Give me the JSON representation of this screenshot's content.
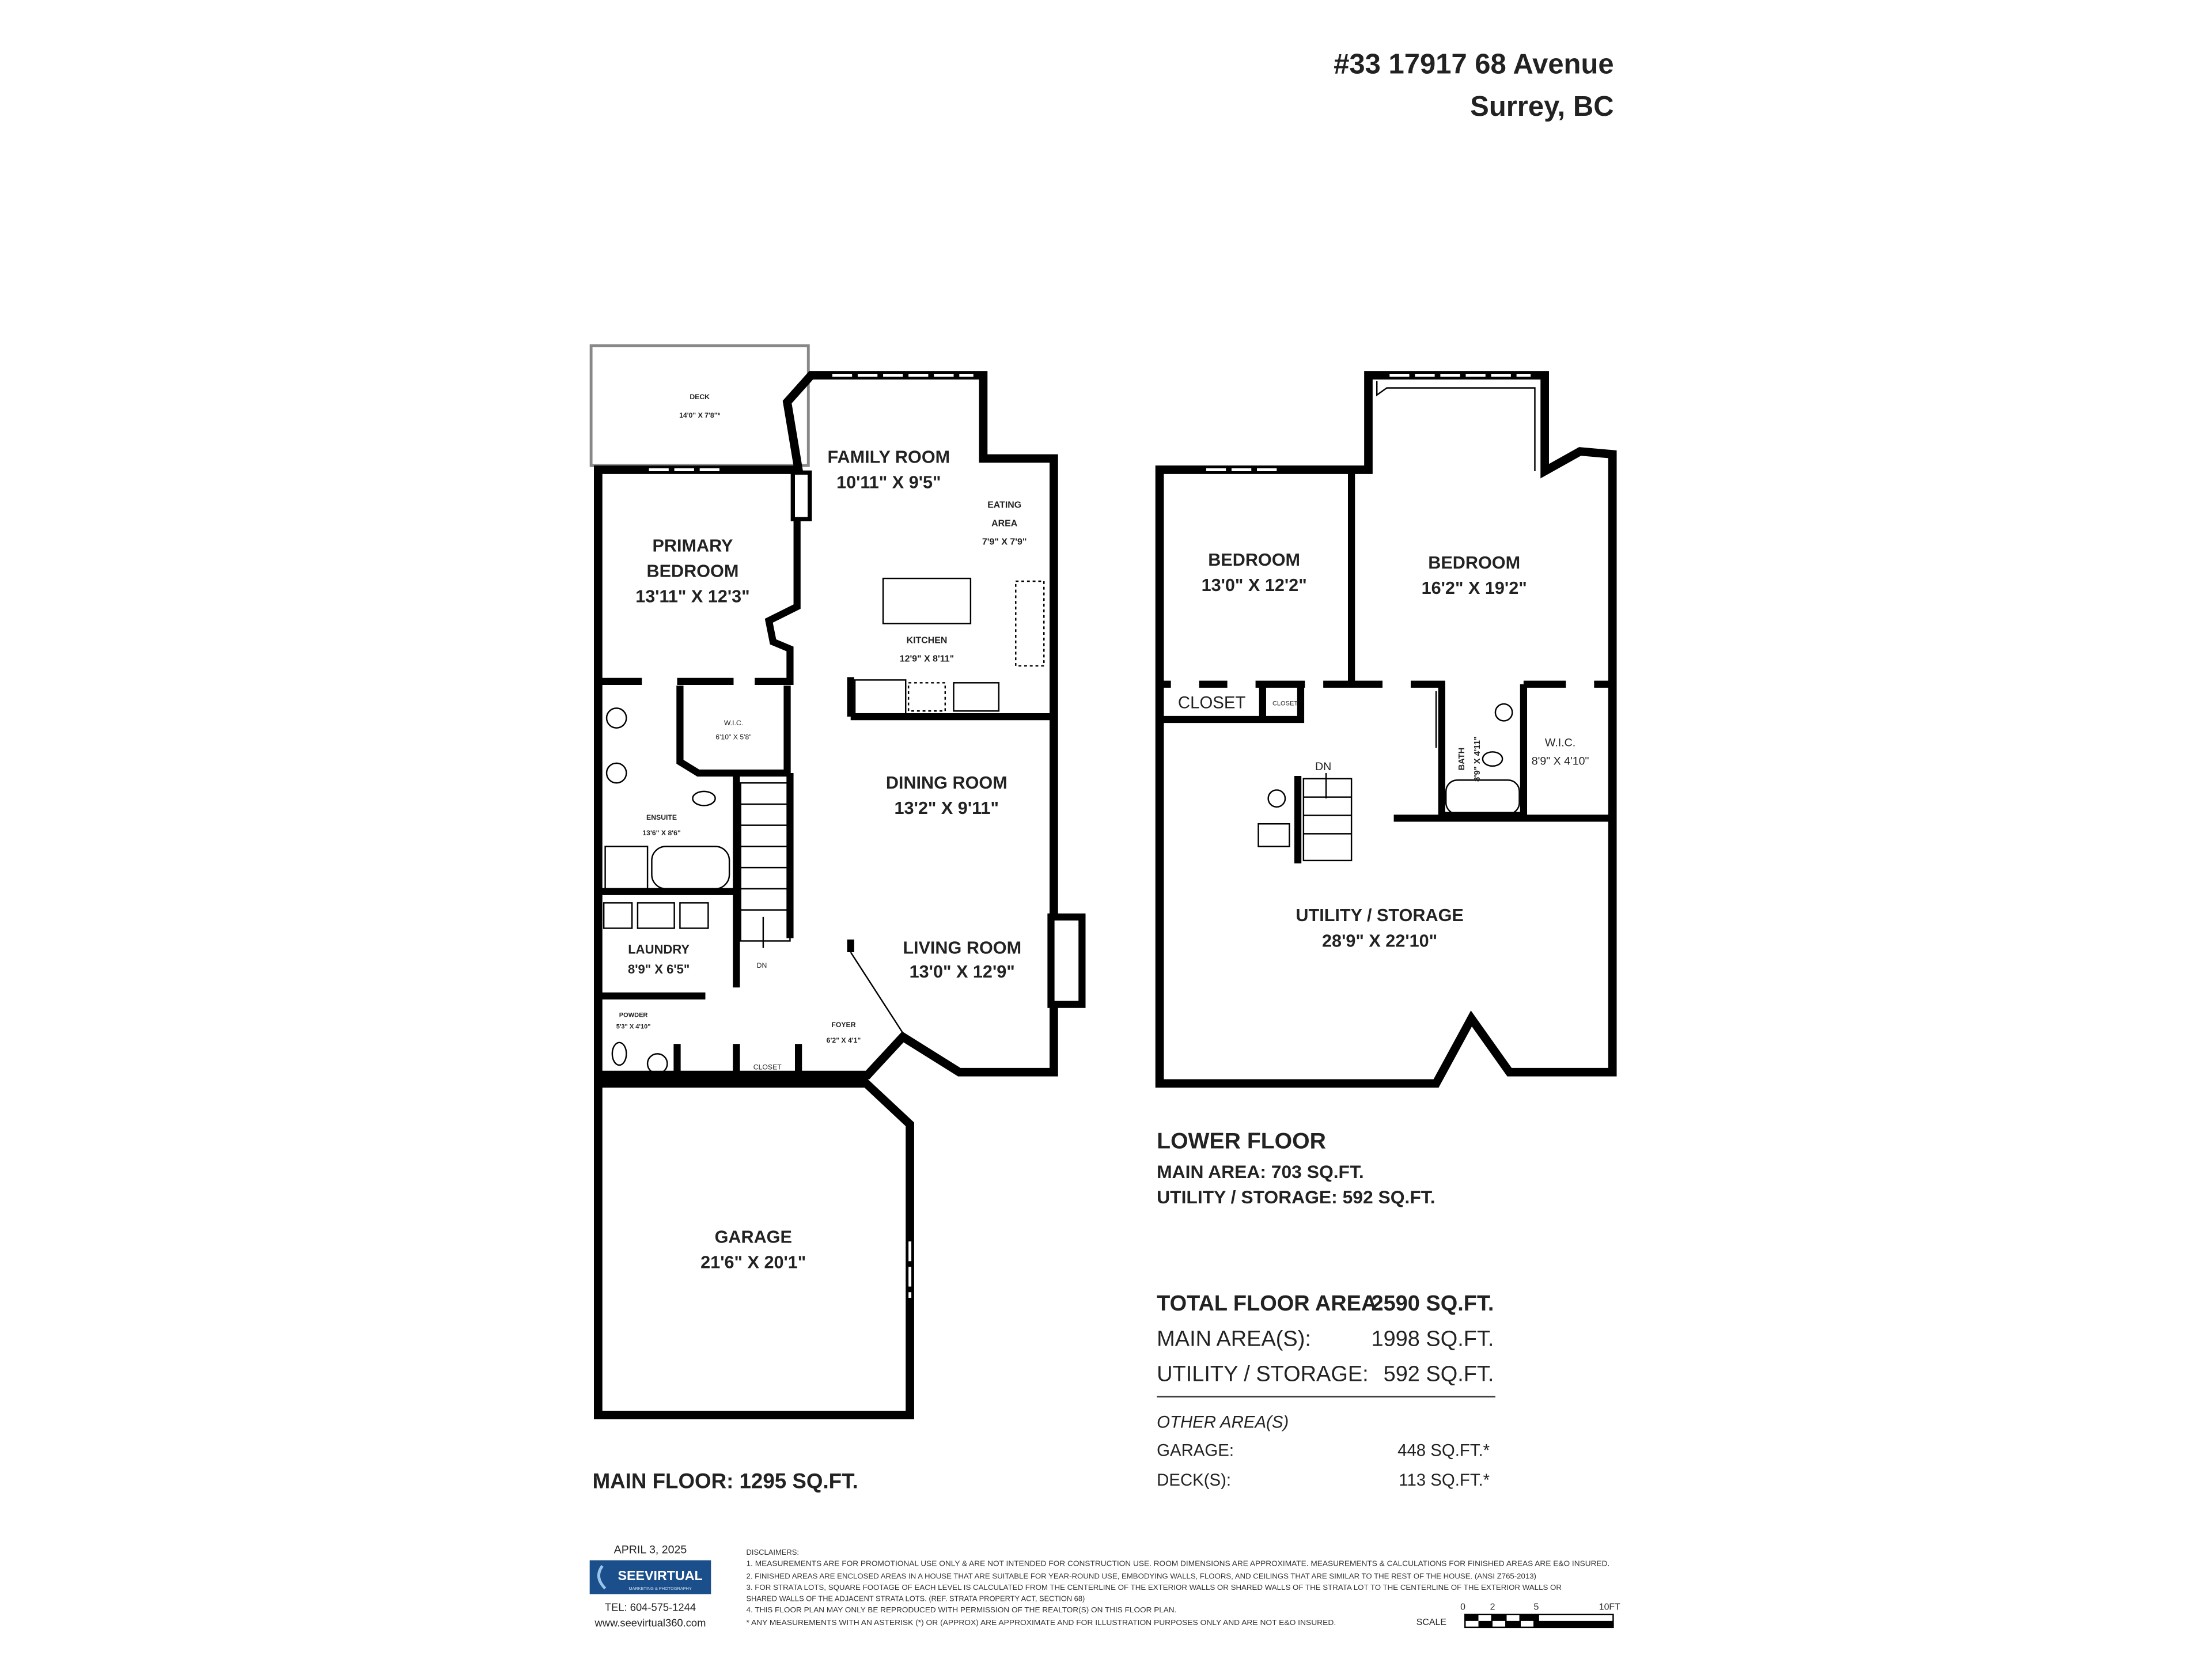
{
  "header": {
    "address_line1": "#33 17917 68 Avenue",
    "address_line2": "Surrey, BC"
  },
  "main_floor": {
    "rooms": [
      {
        "name_line1": "DECK",
        "dims": "14'0\" X 7'8\"*"
      },
      {
        "name_line1": "FAMILY ROOM",
        "dims": "10'11\" X 9'5\""
      },
      {
        "name_line1": "EATING",
        "name_line2": "AREA",
        "dims": "7'9\" X 7'9\""
      },
      {
        "name_line1": "PRIMARY",
        "name_line2": "BEDROOM",
        "dims": "13'11\" X 12'3\""
      },
      {
        "name_line1": "KITCHEN",
        "dims": "12'9\" X 8'11\""
      },
      {
        "name_line1": "W.I.C.",
        "dims": "6'10\" X 5'8\""
      },
      {
        "name_line1": "DINING ROOM",
        "dims": "13'2\" X 9'11\""
      },
      {
        "name_line1": "ENSUITE",
        "dims": "13'6\" X 8'6\""
      },
      {
        "name_line1": "LAUNDRY",
        "dims": "8'9\" X 6'5\""
      },
      {
        "name_line1": "LIVING ROOM",
        "dims": "13'0\" X 12'9\""
      },
      {
        "name_line1": "POWDER",
        "dims": "5'3\" X 4'10\""
      },
      {
        "name_line1": "FOYER",
        "dims": "6'2\" X 4'1\""
      },
      {
        "name_line1": "CLOSET"
      },
      {
        "name_line1": "GARAGE",
        "dims": "21'6\" X 20'1\""
      }
    ],
    "stairs_label": "DN",
    "area_label": "MAIN FLOOR: 1295 SQ.FT."
  },
  "lower_floor": {
    "rooms": [
      {
        "name_line1": "BEDROOM",
        "dims": "13'0\" X 12'2\""
      },
      {
        "name_line1": "BEDROOM",
        "dims": "16'2\" X 19'2\""
      },
      {
        "name_line1": "CLOSET"
      },
      {
        "name_line1": "CLOSET"
      },
      {
        "name_line1": "BATH",
        "dims": "8'9\" X 4'11\""
      },
      {
        "name_line1": "W.I.C.",
        "dims": "8'9\" X 4'10\""
      },
      {
        "name_line1": "UTILITY / STORAGE",
        "dims": "28'9\" X 22'10\""
      }
    ],
    "stairs_label": "DN",
    "title": "LOWER FLOOR",
    "main_area": "MAIN AREA: 703 SQ.FT.",
    "utility_area": "UTILITY / STORAGE: 592 SQ.FT."
  },
  "totals": {
    "total_label": "TOTAL FLOOR AREA:",
    "total_value": "2590 SQ.FT.",
    "rows": [
      {
        "label": "MAIN AREA(S):",
        "value": "1998 SQ.FT."
      },
      {
        "label": "UTILITY / STORAGE:",
        "value": "592 SQ.FT."
      }
    ],
    "other_heading": "OTHER AREA(S)",
    "other_rows": [
      {
        "label": "GARAGE:",
        "value": "448 SQ.FT.*"
      },
      {
        "label": "DECK(S):",
        "value": "113 SQ.FT.*"
      }
    ]
  },
  "footer": {
    "date": "APRIL 3, 2025",
    "logo_text": "SEEVIRTUAL",
    "logo_subtext": "MARKETING & PHOTOGRAPHY",
    "logo_color": "#1a4f8c",
    "tel": "TEL: 604-575-1244",
    "website": "www.seevirtual360.com",
    "disclaimer_heading": "DISCLAIMERS:",
    "disclaimers": [
      "1. MEASUREMENTS ARE FOR PROMOTIONAL USE ONLY & ARE NOT INTENDED FOR CONSTRUCTION USE. ROOM DIMENSIONS ARE APPROXIMATE. MEASUREMENTS & CALCULATIONS FOR FINISHED AREAS ARE E&O INSURED.",
      "2. FINISHED AREAS ARE ENCLOSED AREAS IN A HOUSE THAT ARE SUITABLE FOR YEAR-ROUND USE, EMBODYING WALLS, FLOORS, AND CEILINGS THAT ARE SIMILAR TO THE REST OF THE HOUSE. (ANSI Z765-2013)",
      "3. FOR STRATA LOTS, SQUARE FOOTAGE OF EACH LEVEL IS CALCULATED FROM THE CENTERLINE OF THE EXTERIOR WALLS OR SHARED WALLS OF THE STRATA LOT TO THE CENTERLINE OF THE EXTERIOR WALLS OR",
      "SHARED WALLS OF THE ADJACENT STRATA LOTS. (REF. STRATA PROPERTY ACT, SECTION 68)",
      "4. THIS FLOOR PLAN MAY ONLY BE REPRODUCED WITH PERMISSION OF THE REALTOR(S) ON THIS FLOOR PLAN.",
      "* ANY MEASUREMENTS WITH AN ASTERISK (*) OR (APPROX) ARE APPROXIMATE AND FOR ILLUSTRATION PURPOSES ONLY AND ARE NOT E&O INSURED."
    ],
    "scale_label": "SCALE",
    "scale_ticks": [
      "0",
      "2",
      "5",
      "10FT"
    ]
  }
}
